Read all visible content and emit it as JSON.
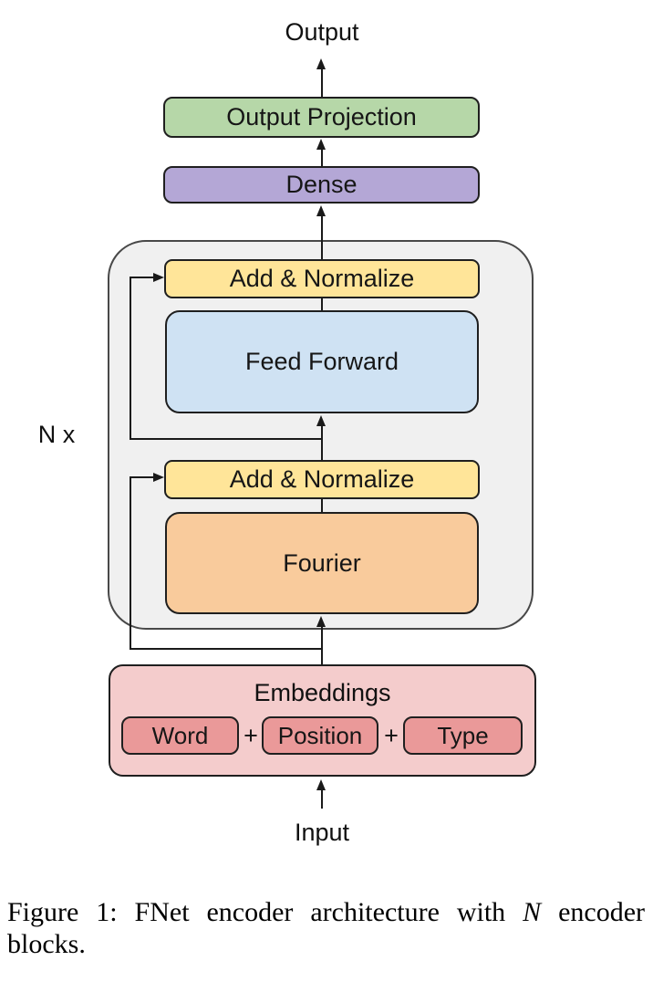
{
  "diagram": {
    "output_label": "Output",
    "input_label": "Input",
    "repeat_label": "N x",
    "output_projection_label": "Output Projection",
    "dense_label": "Dense",
    "add_normalize_top_label": "Add & Normalize",
    "feed_forward_label": "Feed Forward",
    "add_normalize_bottom_label": "Add & Normalize",
    "fourier_label": "Fourier",
    "embeddings_label": "Embeddings",
    "word_label": "Word",
    "plus_1": "+",
    "position_label": "Position",
    "plus_2": "+",
    "type_label": "Type",
    "colors": {
      "output_projection": "#b6d7a8",
      "dense": "#b4a7d6",
      "add_normalize": "#ffe599",
      "feed_forward": "#cfe2f3",
      "fourier": "#f9cb9c",
      "embeddings": "#f4cccc",
      "embedding_item": "#ea9999",
      "encoder_block_bg": "#f0f0f0",
      "line": "#1a1a1a"
    }
  },
  "caption": {
    "figure_label": "Figure 1:",
    "body_before_math": "FNet encoder architecture with",
    "math_var": "N",
    "body_after_math": "encoder",
    "line2": "blocks."
  }
}
